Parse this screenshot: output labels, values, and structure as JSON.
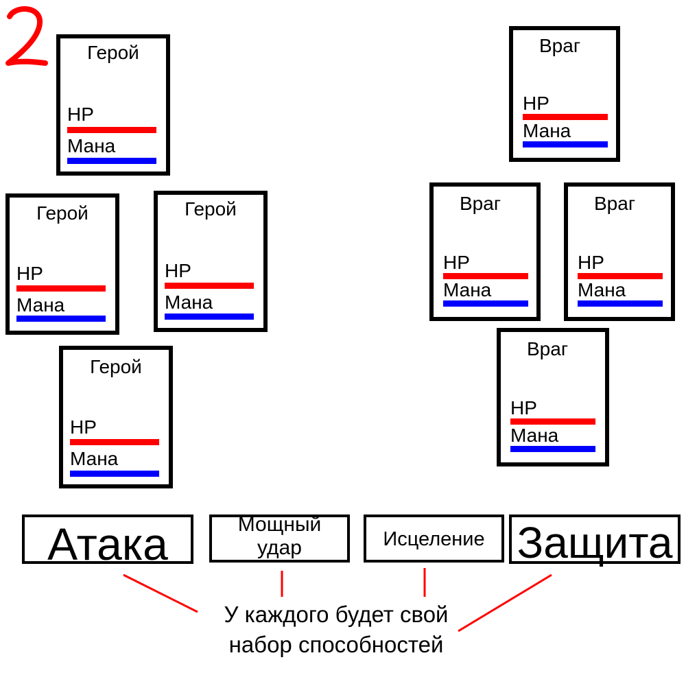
{
  "page_number": "2",
  "colors": {
    "hp": "#ff0000",
    "mana": "#0000ff",
    "annotation": "#ff0000"
  },
  "heroes": [
    {
      "name": "Герой",
      "hp_label": "HP",
      "mana_label": "Мана"
    },
    {
      "name": "Герой",
      "hp_label": "HP",
      "mana_label": "Мана"
    },
    {
      "name": "Герой",
      "hp_label": "HP",
      "mana_label": "Мана"
    },
    {
      "name": "Герой",
      "hp_label": "HP",
      "mana_label": "Мана"
    }
  ],
  "enemies": [
    {
      "name": "Враг",
      "hp_label": "HP",
      "mana_label": "Мана"
    },
    {
      "name": "Враг",
      "hp_label": "HP",
      "mana_label": "Мана"
    },
    {
      "name": "Враг",
      "hp_label": "HP",
      "mana_label": "Мана"
    },
    {
      "name": "Враг",
      "hp_label": "HP",
      "mana_label": "Мана"
    }
  ],
  "abilities": {
    "attack": "Атака",
    "power_strike_line1": "Мощный",
    "power_strike_line2": "удар",
    "heal": "Исцеление",
    "defense": "Защита"
  },
  "note": {
    "line1": "У каждого будет свой",
    "line2": "набор способностей"
  }
}
